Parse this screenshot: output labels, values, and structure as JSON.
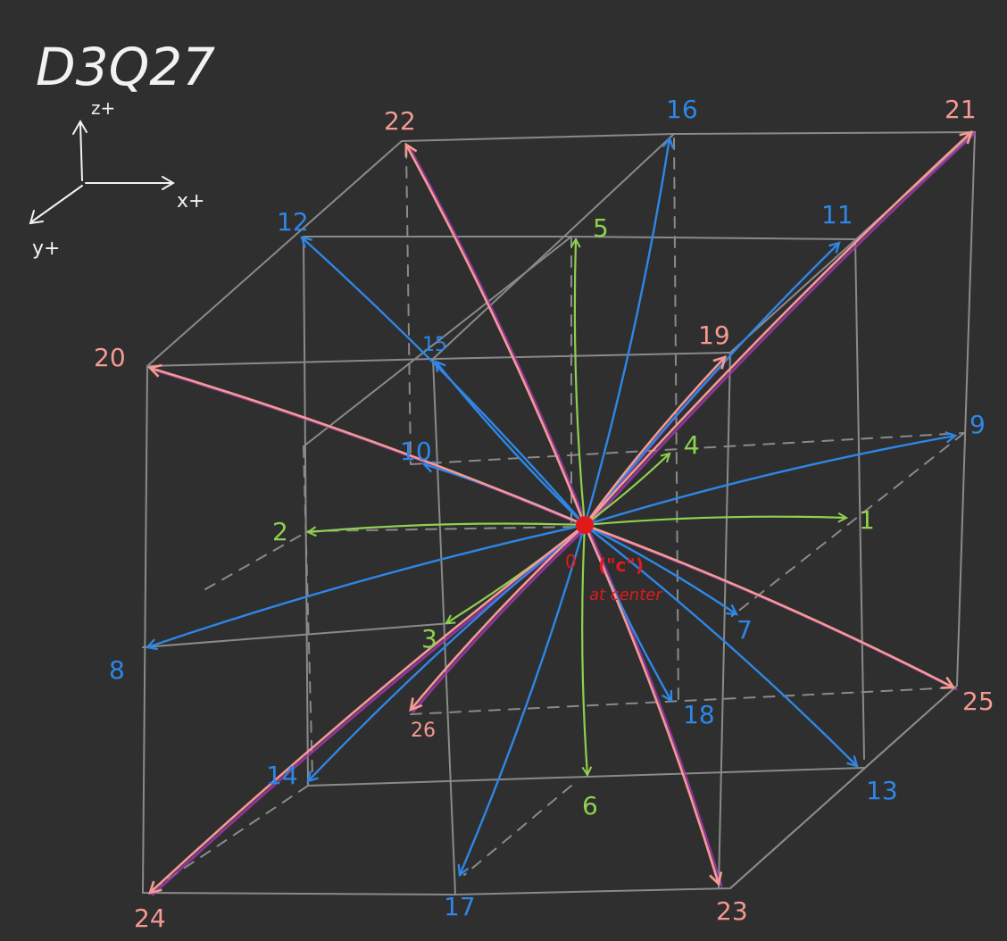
{
  "title": "D3Q27",
  "axes": {
    "z": "z+",
    "x": "x+",
    "y": "y+"
  },
  "center_note": {
    "index": "0",
    "quote": "(\"c\")",
    "text": "at center"
  },
  "colors": {
    "background": "#2f2f2f",
    "grid": "#8a8a8a",
    "rest": "#e01a1a",
    "face": "#8fd14f",
    "edge": "#2f86e6",
    "corner": "#f59a92",
    "corner_shadow": "#a03ab0",
    "chalk": "#f2f2f2"
  },
  "labels": {
    "v1": "1",
    "v2": "2",
    "v3": "3",
    "v4": "4",
    "v5": "5",
    "v6": "6",
    "v7": "7",
    "v8": "8",
    "v9": "9",
    "v10": "10",
    "v11": "11",
    "v12": "12",
    "v13": "13",
    "v14": "14",
    "v15": "15",
    "v16": "16",
    "v17": "17",
    "v18": "18",
    "v19": "19",
    "v20": "20",
    "v21": "21",
    "v22": "22",
    "v23": "23",
    "v24": "24",
    "v25": "25",
    "v26": "26"
  }
}
